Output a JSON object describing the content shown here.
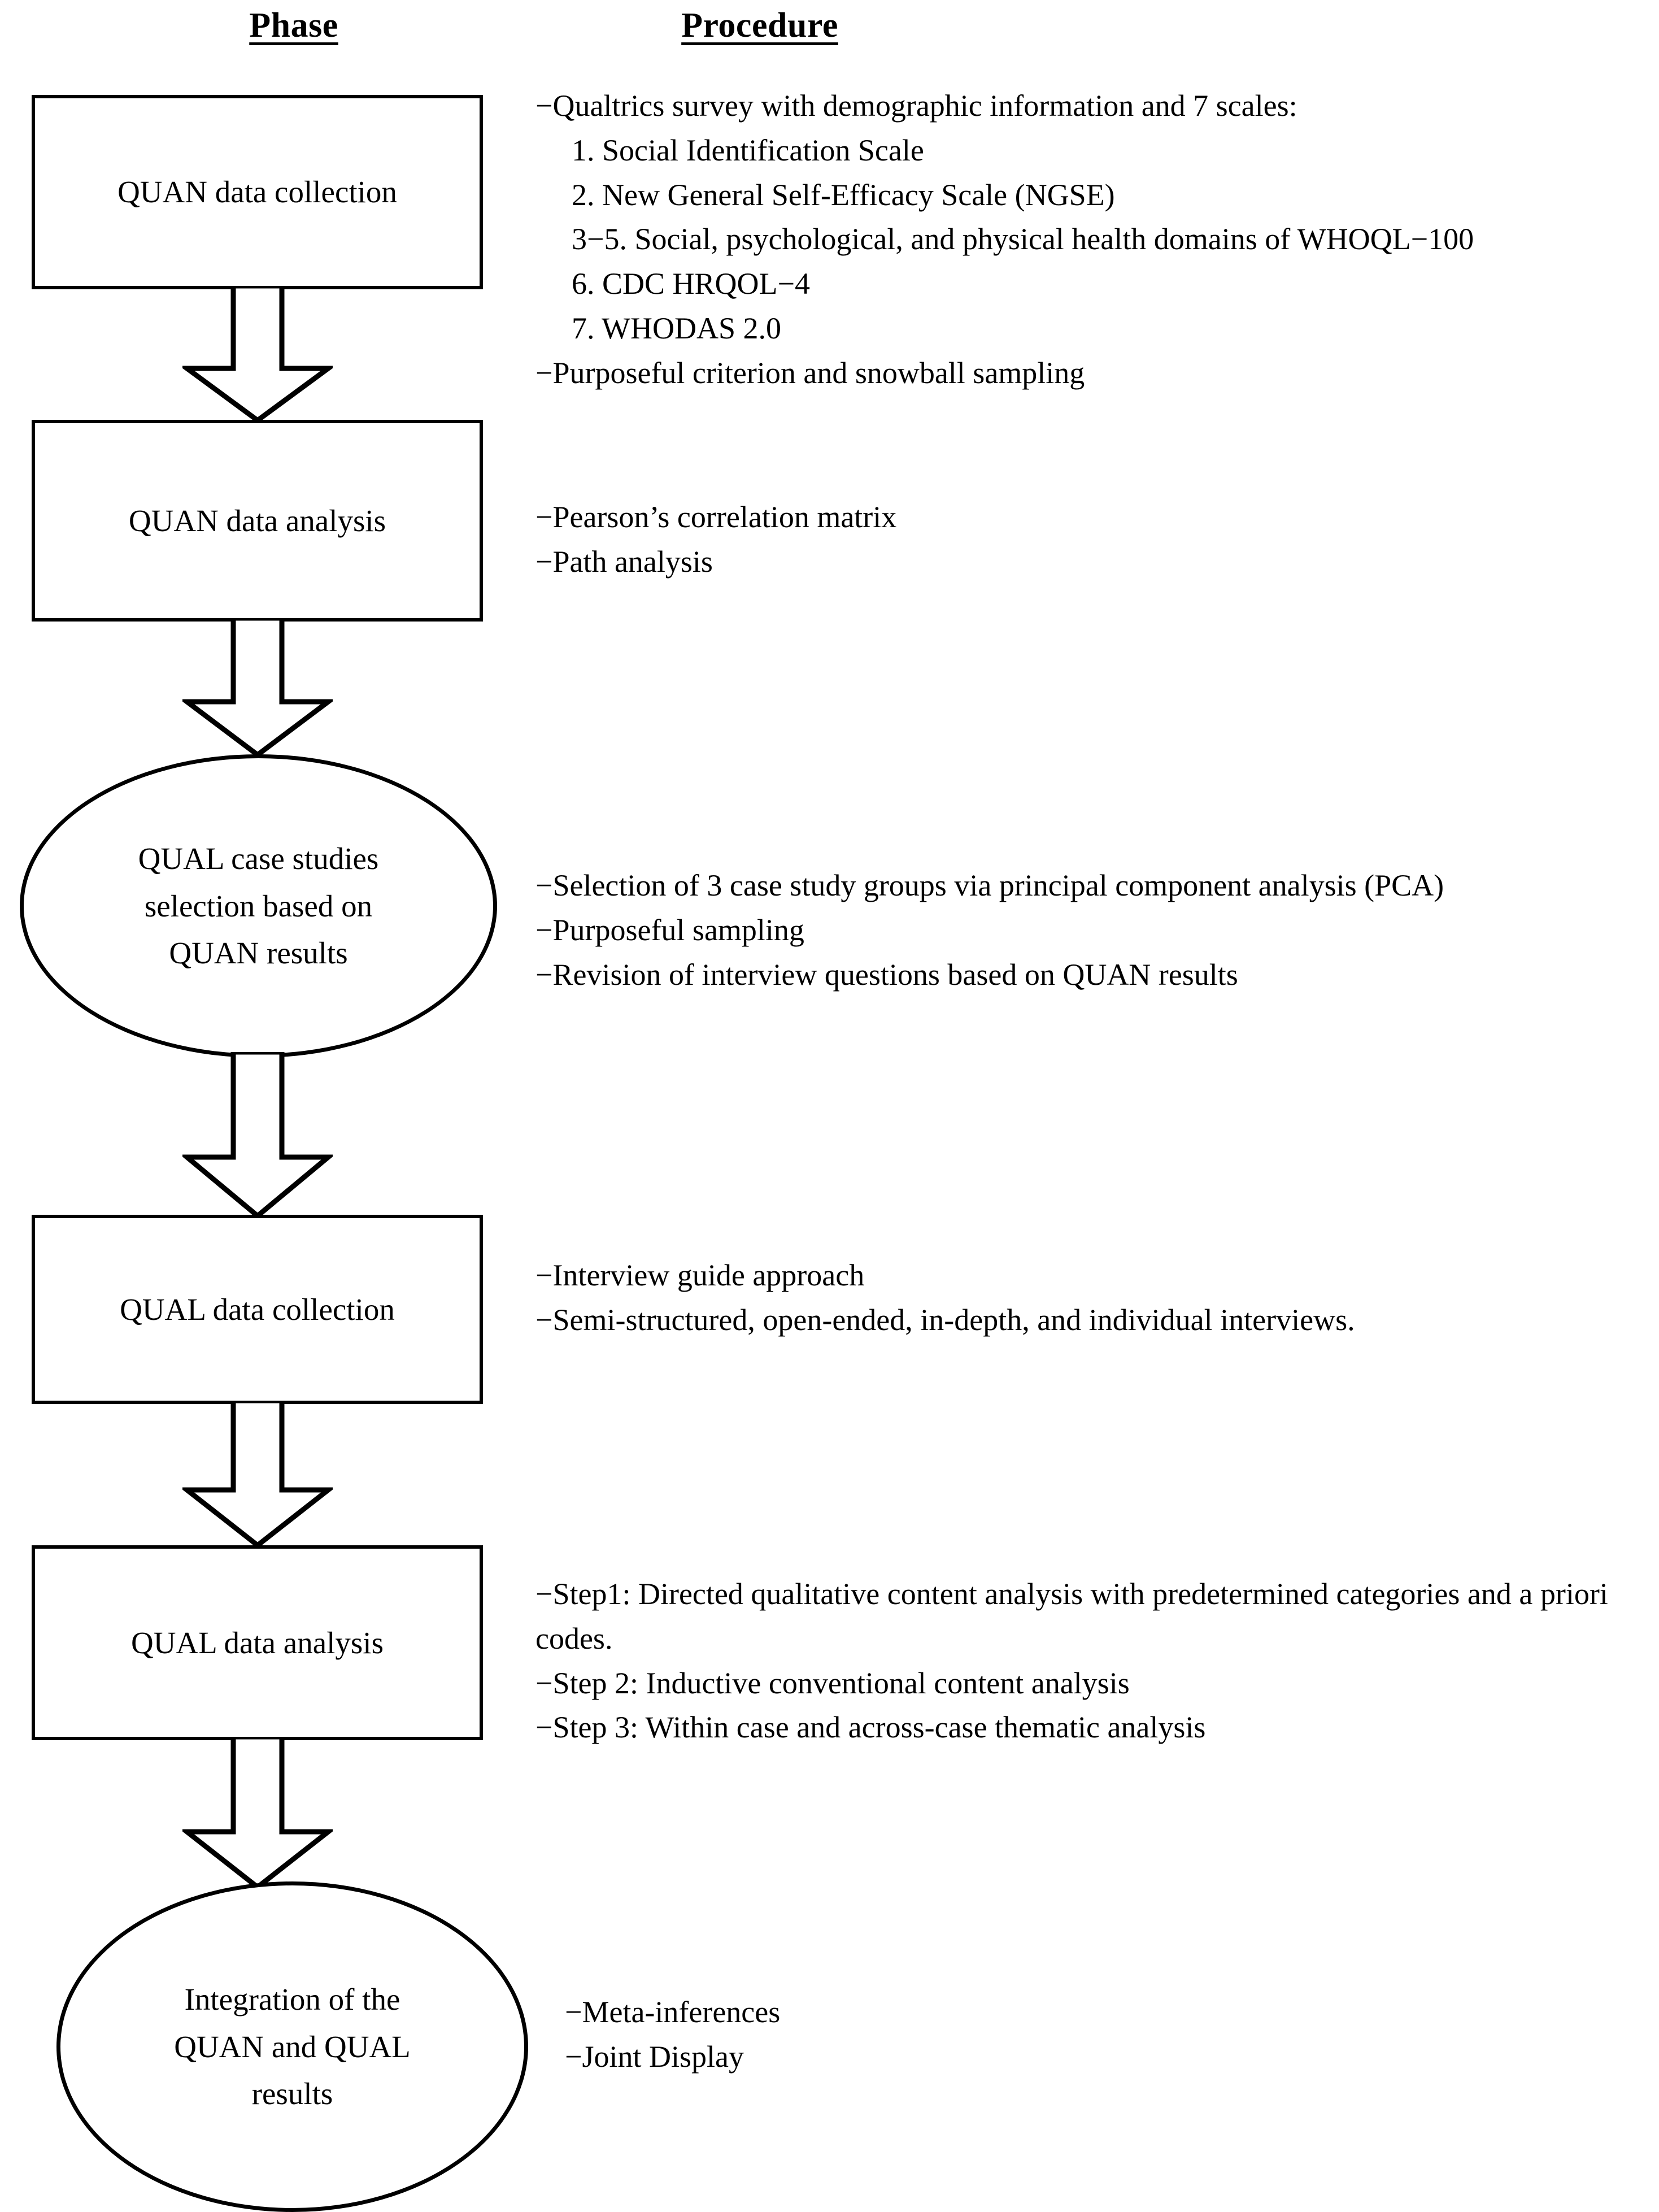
{
  "headers": {
    "phase": "Phase",
    "procedure": "Procedure"
  },
  "phases": [
    {
      "id": "quan-data-collection",
      "shape": "rectangle",
      "label": "QUAN data collection",
      "procedure": [
        {
          "text": "−Qualtrics survey with demographic information and 7 scales:",
          "indent": false
        },
        {
          "text": "1. Social Identification Scale",
          "indent": true
        },
        {
          "text": "2. New General Self-Efficacy Scale (NGSE)",
          "indent": true
        },
        {
          "text": "3−5. Social, psychological, and physical health domains of WHOQL−100",
          "indent": true
        },
        {
          "text": "6. CDC HRQOL−4",
          "indent": true
        },
        {
          "text": "7. WHODAS 2.0",
          "indent": true
        },
        {
          "text": "−Purposeful criterion and snowball sampling",
          "indent": false
        }
      ]
    },
    {
      "id": "quan-data-analysis",
      "shape": "rectangle",
      "label": "QUAN data analysis",
      "procedure": [
        {
          "text": "−Pearson’s correlation matrix",
          "indent": false
        },
        {
          "text": "−Path analysis",
          "indent": false
        }
      ]
    },
    {
      "id": "qual-case-studies-selection",
      "shape": "ellipse",
      "label": "QUAL case studies selection based on QUAN results",
      "procedure": [
        {
          "text": "−Selection of 3 case study groups via principal component analysis (PCA)",
          "indent": false
        },
        {
          "text": "−Purposeful sampling",
          "indent": false
        },
        {
          "text": "−Revision of interview questions based on QUAN results",
          "indent": false
        }
      ]
    },
    {
      "id": "qual-data-collection",
      "shape": "rectangle",
      "label": "QUAL data collection",
      "procedure": [
        {
          "text": "−Interview guide approach",
          "indent": false
        },
        {
          "text": "−Semi-structured, open-ended, in-depth, and individual interviews.",
          "indent": false
        }
      ]
    },
    {
      "id": "qual-data-analysis",
      "shape": "rectangle",
      "label": "QUAL data analysis",
      "procedure": [
        {
          "text": "−Step1: Directed qualitative content analysis with predetermined categories and a priori codes.",
          "indent": false
        },
        {
          "text": "−Step 2: Inductive conventional content analysis",
          "indent": false
        },
        {
          "text": "−Step 3: Within case and across-case thematic analysis",
          "indent": false
        }
      ]
    },
    {
      "id": "integration-quan-qual",
      "shape": "ellipse",
      "label": "Integration of the QUAN and QUAL results",
      "procedure": [
        {
          "text": "−Meta-inferences",
          "indent": false
        },
        {
          "text": "−Joint Display",
          "indent": false
        }
      ]
    }
  ],
  "phase_labels": {
    "quan_data_collection": "QUAN data collection",
    "quan_data_analysis": "QUAN data analysis",
    "qual_case_line1": "QUAL case studies",
    "qual_case_line2": "selection based on",
    "qual_case_line3": "QUAN results",
    "qual_data_collection": "QUAL data collection",
    "qual_data_analysis": "QUAL data analysis",
    "integration_line1": "Integration of the",
    "integration_line2": "QUAN and QUAL",
    "integration_line3": "results"
  },
  "procedure_text": {
    "p1_l1": "−Qualtrics survey with demographic information and 7 scales:",
    "p1_l2": "1. Social Identification Scale",
    "p1_l3": "2. New General Self-Efficacy Scale (NGSE)",
    "p1_l4": "3−5. Social, psychological, and physical health domains of WHOQL−100",
    "p1_l5": "6. CDC HRQOL−4",
    "p1_l6": "7. WHODAS 2.0",
    "p1_l7": "−Purposeful criterion and snowball sampling",
    "p2_l1": "−Pearson’s correlation matrix",
    "p2_l2": "−Path analysis",
    "p3_l1": "−Selection of 3 case study groups via principal component analysis (PCA)",
    "p3_l2": "−Purposeful sampling",
    "p3_l3": "−Revision of interview questions based on QUAN results",
    "p4_l1": "−Interview guide approach",
    "p4_l2": "−Semi-structured, open-ended, in-depth, and individual interviews.",
    "p5_l1": "−Step1: Directed qualitative content analysis with predetermined categories and a priori codes.",
    "p5_l2": "−Step 2: Inductive conventional content analysis",
    "p5_l3": "−Step 3: Within case and across-case thematic analysis",
    "p6_l1": "−Meta-inferences",
    "p6_l2": "−Joint Display"
  },
  "arrows": [
    {
      "id": "arrow-1",
      "from": "quan-data-collection",
      "to": "quan-data-analysis"
    },
    {
      "id": "arrow-2",
      "from": "quan-data-analysis",
      "to": "qual-case-studies-selection"
    },
    {
      "id": "arrow-3",
      "from": "qual-case-studies-selection",
      "to": "qual-data-collection"
    },
    {
      "id": "arrow-4",
      "from": "qual-data-collection",
      "to": "qual-data-analysis"
    },
    {
      "id": "arrow-5",
      "from": "qual-data-analysis",
      "to": "integration-quan-qual"
    }
  ],
  "colors": {
    "stroke": "#000000",
    "fill": "#ffffff",
    "text": "#000000"
  }
}
